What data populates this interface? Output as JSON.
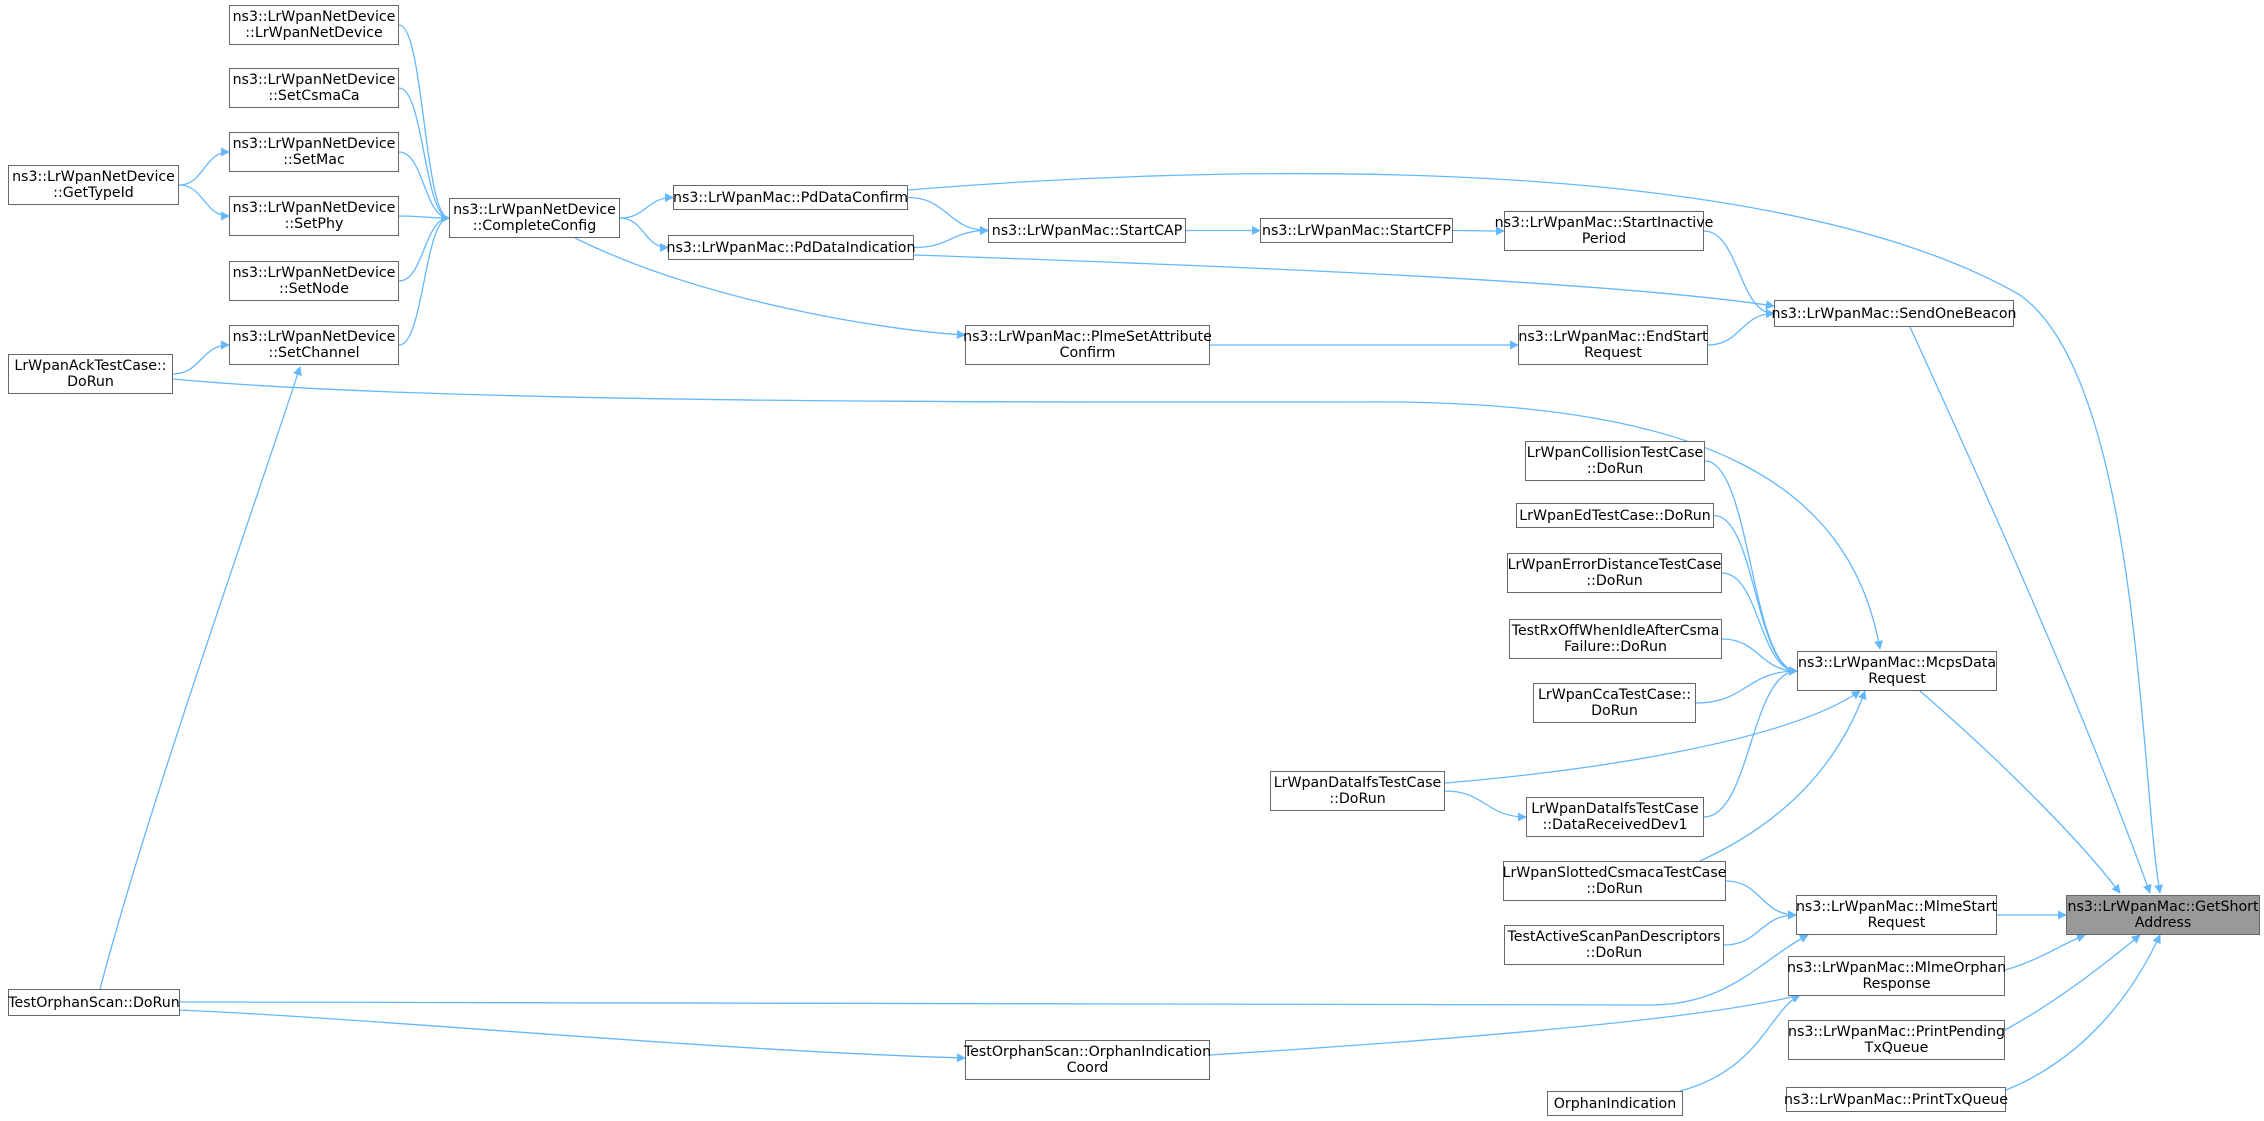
{
  "graph": {
    "edge_color": "#63b8ff",
    "node_border_color": "#666666",
    "root_fill_color": "#999999",
    "nodes": [
      {
        "id": "root",
        "label": "ns3::LrWpanMac::GetShort\nAddress",
        "root": true
      },
      {
        "id": "sendonebeacon",
        "label": "ns3::LrWpanMac::SendOneBeacon"
      },
      {
        "id": "startinactive",
        "label": "ns3::LrWpanMac::StartInactive\nPeriod"
      },
      {
        "id": "startcfp",
        "label": "ns3::LrWpanMac::StartCFP"
      },
      {
        "id": "startcap",
        "label": "ns3::LrWpanMac::StartCAP"
      },
      {
        "id": "pddataconfirm",
        "label": "ns3::LrWpanMac::PdDataConfirm"
      },
      {
        "id": "pddataindication",
        "label": "ns3::LrWpanMac::PdDataIndication"
      },
      {
        "id": "completeconfig",
        "label": "ns3::LrWpanNetDevice\n::CompleteConfig"
      },
      {
        "id": "ctor",
        "label": "ns3::LrWpanNetDevice\n::LrWpanNetDevice"
      },
      {
        "id": "setcsmaca",
        "label": "ns3::LrWpanNetDevice\n::SetCsmaCa"
      },
      {
        "id": "setmac",
        "label": "ns3::LrWpanNetDevice\n::SetMac"
      },
      {
        "id": "setphy",
        "label": "ns3::LrWpanNetDevice\n::SetPhy"
      },
      {
        "id": "setnode",
        "label": "ns3::LrWpanNetDevice\n::SetNode"
      },
      {
        "id": "setchannel",
        "label": "ns3::LrWpanNetDevice\n::SetChannel"
      },
      {
        "id": "gettypeid",
        "label": "ns3::LrWpanNetDevice\n::GetTypeId"
      },
      {
        "id": "acktest",
        "label": "LrWpanAckTestCase::\nDoRun"
      },
      {
        "id": "orphanscan",
        "label": "TestOrphanScan::DoRun"
      },
      {
        "id": "plmeset",
        "label": "ns3::LrWpanMac::PlmeSetAttribute\nConfirm"
      },
      {
        "id": "endstart",
        "label": "ns3::LrWpanMac::EndStart\nRequest"
      },
      {
        "id": "mcpsdata",
        "label": "ns3::LrWpanMac::McpsData\nRequest"
      },
      {
        "id": "collision",
        "label": "LrWpanCollisionTestCase\n::DoRun"
      },
      {
        "id": "edtest",
        "label": "LrWpanEdTestCase::DoRun"
      },
      {
        "id": "errdist",
        "label": "LrWpanErrorDistanceTestCase\n::DoRun"
      },
      {
        "id": "rxoff",
        "label": "TestRxOffWhenIdleAfterCsma\nFailure::DoRun"
      },
      {
        "id": "ccatest",
        "label": "LrWpanCcaTestCase::\nDoRun"
      },
      {
        "id": "ifsrun",
        "label": "LrWpanDataIfsTestCase\n::DoRun"
      },
      {
        "id": "ifsdev1",
        "label": "LrWpanDataIfsTestCase\n::DataReceivedDev1"
      },
      {
        "id": "slotted",
        "label": "LrWpanSlottedCsmacaTestCase\n::DoRun"
      },
      {
        "id": "activescan",
        "label": "TestActiveScanPanDescriptors\n::DoRun"
      },
      {
        "id": "mlmestart",
        "label": "ns3::LrWpanMac::MlmeStart\nRequest"
      },
      {
        "id": "mlmeorphan",
        "label": "ns3::LrWpanMac::MlmeOrphan\nResponse"
      },
      {
        "id": "printpending",
        "label": "ns3::LrWpanMac::PrintPending\nTxQueue"
      },
      {
        "id": "printtx",
        "label": "ns3::LrWpanMac::PrintTxQueue"
      },
      {
        "id": "orphancoord",
        "label": "TestOrphanScan::OrphanIndication\nCoord"
      },
      {
        "id": "orphanind",
        "label": "OrphanIndication"
      }
    ],
    "edges": [
      {
        "from": "gettypeid",
        "to": "setmac"
      },
      {
        "from": "gettypeid",
        "to": "setphy"
      },
      {
        "from": "acktest",
        "to": "setchannel"
      },
      {
        "from": "acktest",
        "to": "mcpsdata"
      },
      {
        "from": "orphanscan",
        "to": "setchannel"
      },
      {
        "from": "orphanscan",
        "to": "mlmestart"
      },
      {
        "from": "orphanscan",
        "to": "orphancoord"
      },
      {
        "from": "ctor",
        "to": "completeconfig"
      },
      {
        "from": "setcsmaca",
        "to": "completeconfig"
      },
      {
        "from": "setmac",
        "to": "completeconfig"
      },
      {
        "from": "setphy",
        "to": "completeconfig"
      },
      {
        "from": "setnode",
        "to": "completeconfig"
      },
      {
        "from": "setchannel",
        "to": "completeconfig"
      },
      {
        "from": "completeconfig",
        "to": "pddataconfirm"
      },
      {
        "from": "completeconfig",
        "to": "pddataindication"
      },
      {
        "from": "completeconfig",
        "to": "plmeset"
      },
      {
        "from": "pddataconfirm",
        "to": "startcap"
      },
      {
        "from": "pddataindication",
        "to": "startcap"
      },
      {
        "from": "startcap",
        "to": "startcfp"
      },
      {
        "from": "startcfp",
        "to": "startinactive"
      },
      {
        "from": "startinactive",
        "to": "sendonebeacon"
      },
      {
        "from": "pddataindication",
        "to": "sendonebeacon"
      },
      {
        "from": "plmeset",
        "to": "endstart"
      },
      {
        "from": "endstart",
        "to": "sendonebeacon"
      },
      {
        "from": "pddataconfirm",
        "to": "root"
      },
      {
        "from": "sendonebeacon",
        "to": "root"
      },
      {
        "from": "collision",
        "to": "mcpsdata"
      },
      {
        "from": "edtest",
        "to": "mcpsdata"
      },
      {
        "from": "errdist",
        "to": "mcpsdata"
      },
      {
        "from": "rxoff",
        "to": "mcpsdata"
      },
      {
        "from": "ccatest",
        "to": "mcpsdata"
      },
      {
        "from": "ifsrun",
        "to": "mcpsdata"
      },
      {
        "from": "ifsrun",
        "to": "ifsdev1"
      },
      {
        "from": "ifsdev1",
        "to": "mcpsdata"
      },
      {
        "from": "slotted",
        "to": "mcpsdata"
      },
      {
        "from": "slotted",
        "to": "mlmestart"
      },
      {
        "from": "activescan",
        "to": "mlmestart"
      },
      {
        "from": "mcpsdata",
        "to": "root"
      },
      {
        "from": "mlmestart",
        "to": "root"
      },
      {
        "from": "orphancoord",
        "to": "mlmeorphan"
      },
      {
        "from": "orphanind",
        "to": "mlmeorphan"
      },
      {
        "from": "mlmeorphan",
        "to": "root"
      },
      {
        "from": "printpending",
        "to": "root"
      },
      {
        "from": "printtx",
        "to": "root"
      }
    ]
  }
}
